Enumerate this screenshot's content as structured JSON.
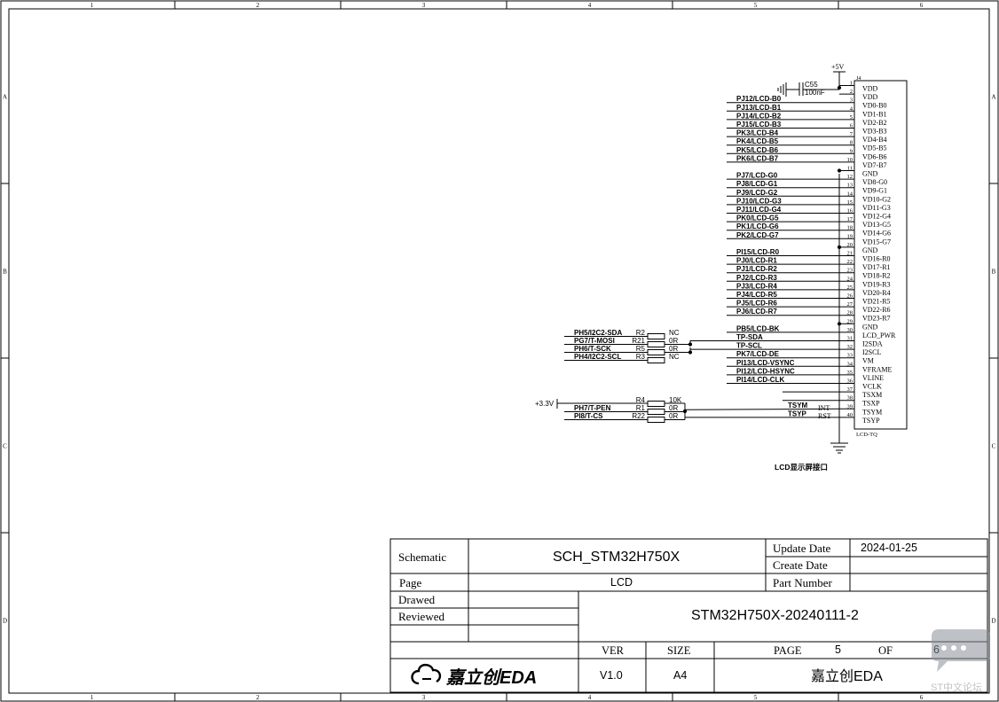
{
  "border": {
    "cols": [
      "1",
      "2",
      "3",
      "4",
      "5",
      "6"
    ],
    "rows": [
      "A",
      "B",
      "C",
      "D"
    ]
  },
  "schematic": {
    "power": {
      "vcc5": "+5V",
      "vcc33": "+3.3V"
    },
    "capacitor": {
      "ref": "C55",
      "value": "100nF"
    },
    "connector": {
      "ref": "J4",
      "footprint": "LCD-TQ"
    },
    "caption": "LCD显示屏接口",
    "pins": [
      {
        "num": "1",
        "name": "VDD",
        "net": ""
      },
      {
        "num": "2",
        "name": "VDD",
        "net": ""
      },
      {
        "num": "3",
        "name": "VD0-B0",
        "net": "PJ12/LCD-B0"
      },
      {
        "num": "4",
        "name": "VD1-B1",
        "net": "PJ13/LCD-B1"
      },
      {
        "num": "5",
        "name": "VD2-B2",
        "net": "PJ14/LCD-B2"
      },
      {
        "num": "6",
        "name": "VD3-B3",
        "net": "PJ15/LCD-B3"
      },
      {
        "num": "7",
        "name": "VD4-B4",
        "net": "PK3/LCD-B4"
      },
      {
        "num": "8",
        "name": "VD5-B5",
        "net": "PK4/LCD-B5"
      },
      {
        "num": "9",
        "name": "VD6-B6",
        "net": "PK5/LCD-B6"
      },
      {
        "num": "10",
        "name": "VD7-B7",
        "net": "PK6/LCD-B7"
      },
      {
        "num": "11",
        "name": "GND",
        "net": ""
      },
      {
        "num": "12",
        "name": "VD8-G0",
        "net": "PJ7/LCD-G0"
      },
      {
        "num": "13",
        "name": "VD9-G1",
        "net": "PJ8/LCD-G1"
      },
      {
        "num": "14",
        "name": "VD10-G2",
        "net": "PJ9/LCD-G2"
      },
      {
        "num": "15",
        "name": "VD11-G3",
        "net": "PJ10/LCD-G3"
      },
      {
        "num": "16",
        "name": "VD12-G4",
        "net": "PJ11/LCD-G4"
      },
      {
        "num": "17",
        "name": "VD13-G5",
        "net": "PK0/LCD-G5"
      },
      {
        "num": "18",
        "name": "VD14-G6",
        "net": "PK1/LCD-G6"
      },
      {
        "num": "19",
        "name": "VD15-G7",
        "net": "PK2/LCD-G7"
      },
      {
        "num": "20",
        "name": "GND",
        "net": ""
      },
      {
        "num": "21",
        "name": "VD16-R0",
        "net": "PI15/LCD-R0"
      },
      {
        "num": "22",
        "name": "VD17-R1",
        "net": "PJ0/LCD-R1"
      },
      {
        "num": "23",
        "name": "VD18-R2",
        "net": "PJ1/LCD-R2"
      },
      {
        "num": "24",
        "name": "VD19-R3",
        "net": "PJ2/LCD-R3"
      },
      {
        "num": "25",
        "name": "VD20-R4",
        "net": "PJ3/LCD-R4"
      },
      {
        "num": "26",
        "name": "VD21-R5",
        "net": "PJ4/LCD-R5"
      },
      {
        "num": "27",
        "name": "VD22-R6",
        "net": "PJ5/LCD-R6"
      },
      {
        "num": "28",
        "name": "VD23-R7",
        "net": "PJ6/LCD-R7"
      },
      {
        "num": "29",
        "name": "GND",
        "net": ""
      },
      {
        "num": "30",
        "name": "LCD_PWR",
        "net": "PB5/LCD-BK"
      },
      {
        "num": "31",
        "name": "I2SDA",
        "net": "TP-SDA"
      },
      {
        "num": "32",
        "name": "I2SCL",
        "net": "TP-SCL"
      },
      {
        "num": "33",
        "name": "VM",
        "net": "PK7/LCD-DE"
      },
      {
        "num": "34",
        "name": "VFRAME",
        "net": "PI13/LCD-VSYNC"
      },
      {
        "num": "35",
        "name": "VLINE",
        "net": "PI12/LCD-HSYNC"
      },
      {
        "num": "36",
        "name": "VCLK",
        "net": "PI14/LCD-CLK"
      },
      {
        "num": "37",
        "name": "TSXM",
        "net": ""
      },
      {
        "num": "38",
        "name": "TSXP",
        "net": ""
      },
      {
        "num": "39",
        "name": "TSYM",
        "net": "TSYM"
      },
      {
        "num": "40",
        "name": "TSYP",
        "net": "TSYP"
      }
    ],
    "pin_side_labels": {
      "int": "INT",
      "rst": "RST"
    },
    "resistors_top": [
      {
        "net": "PH5/I2C2-SDA",
        "ref": "R2",
        "value": "NC"
      },
      {
        "net": "PG7/T-MOSI",
        "ref": "R21",
        "value": "0R"
      },
      {
        "net": "PH6/T-SCK",
        "ref": "R5",
        "value": "0R"
      },
      {
        "net": "PH4/I2C2-SCL",
        "ref": "R3",
        "value": "NC"
      }
    ],
    "resistors_bottom": [
      {
        "net": "",
        "ref": "R4",
        "value": "10K"
      },
      {
        "net": "PH7/T-PEN",
        "ref": "R1",
        "value": "0R"
      },
      {
        "net": "PI8/T-CS",
        "ref": "R22",
        "value": "0R"
      }
    ]
  },
  "title_block": {
    "schematic_label": "Schematic",
    "schematic_value": "SCH_STM32H750X",
    "update_date_label": "Update Date",
    "update_date_value": "2024-01-25",
    "create_date_label": "Create Date",
    "create_date_value": "",
    "page_label": "Page",
    "page_value": "LCD",
    "part_number_label": "Part Number",
    "part_number_value": "",
    "drawed_label": "Drawed",
    "reviewed_label": "Reviewed",
    "project_value": "STM32H750X-20240111-2",
    "ver_label": "VER",
    "size_label": "SIZE",
    "pagenum_label": "PAGE",
    "of_label": "OF",
    "ver_value": "V1.0",
    "size_value": "A4",
    "page_num": "5",
    "page_total": "6",
    "logo_text": "嘉立创EDA",
    "company": "嘉立创EDA"
  },
  "watermark": {
    "text": "ST中文论坛"
  }
}
